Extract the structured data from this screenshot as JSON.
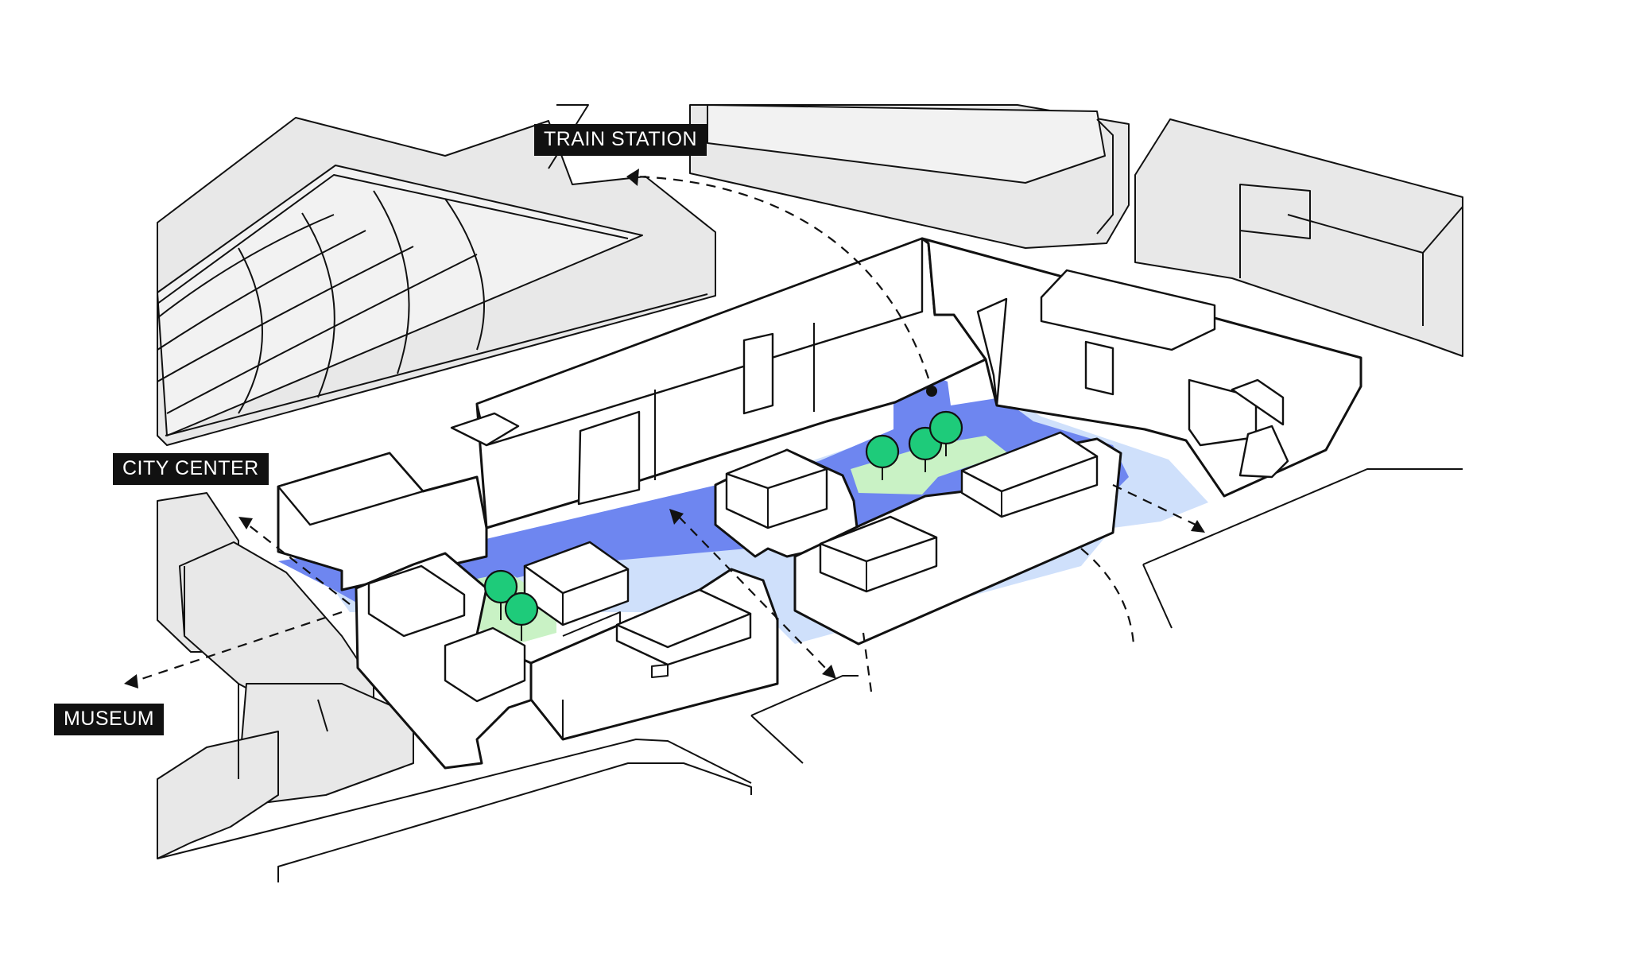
{
  "labels": {
    "train_station": "TRAIN STATION",
    "city_center": "CITY CENTER",
    "museum": "MUSEUM"
  },
  "colors": {
    "background": "#ffffff",
    "context_building": "#e8e8e8",
    "proposed_building": "#ffffff",
    "main_public_space": "#6e86f0",
    "secondary_public_space": "#cfe0fb",
    "courtyard_green": "#c9f2c5",
    "tree": "#1ecb7a",
    "line": "#111111"
  },
  "icons": [
    "arrow-icon",
    "tree-icon",
    "access-point-icon"
  ]
}
